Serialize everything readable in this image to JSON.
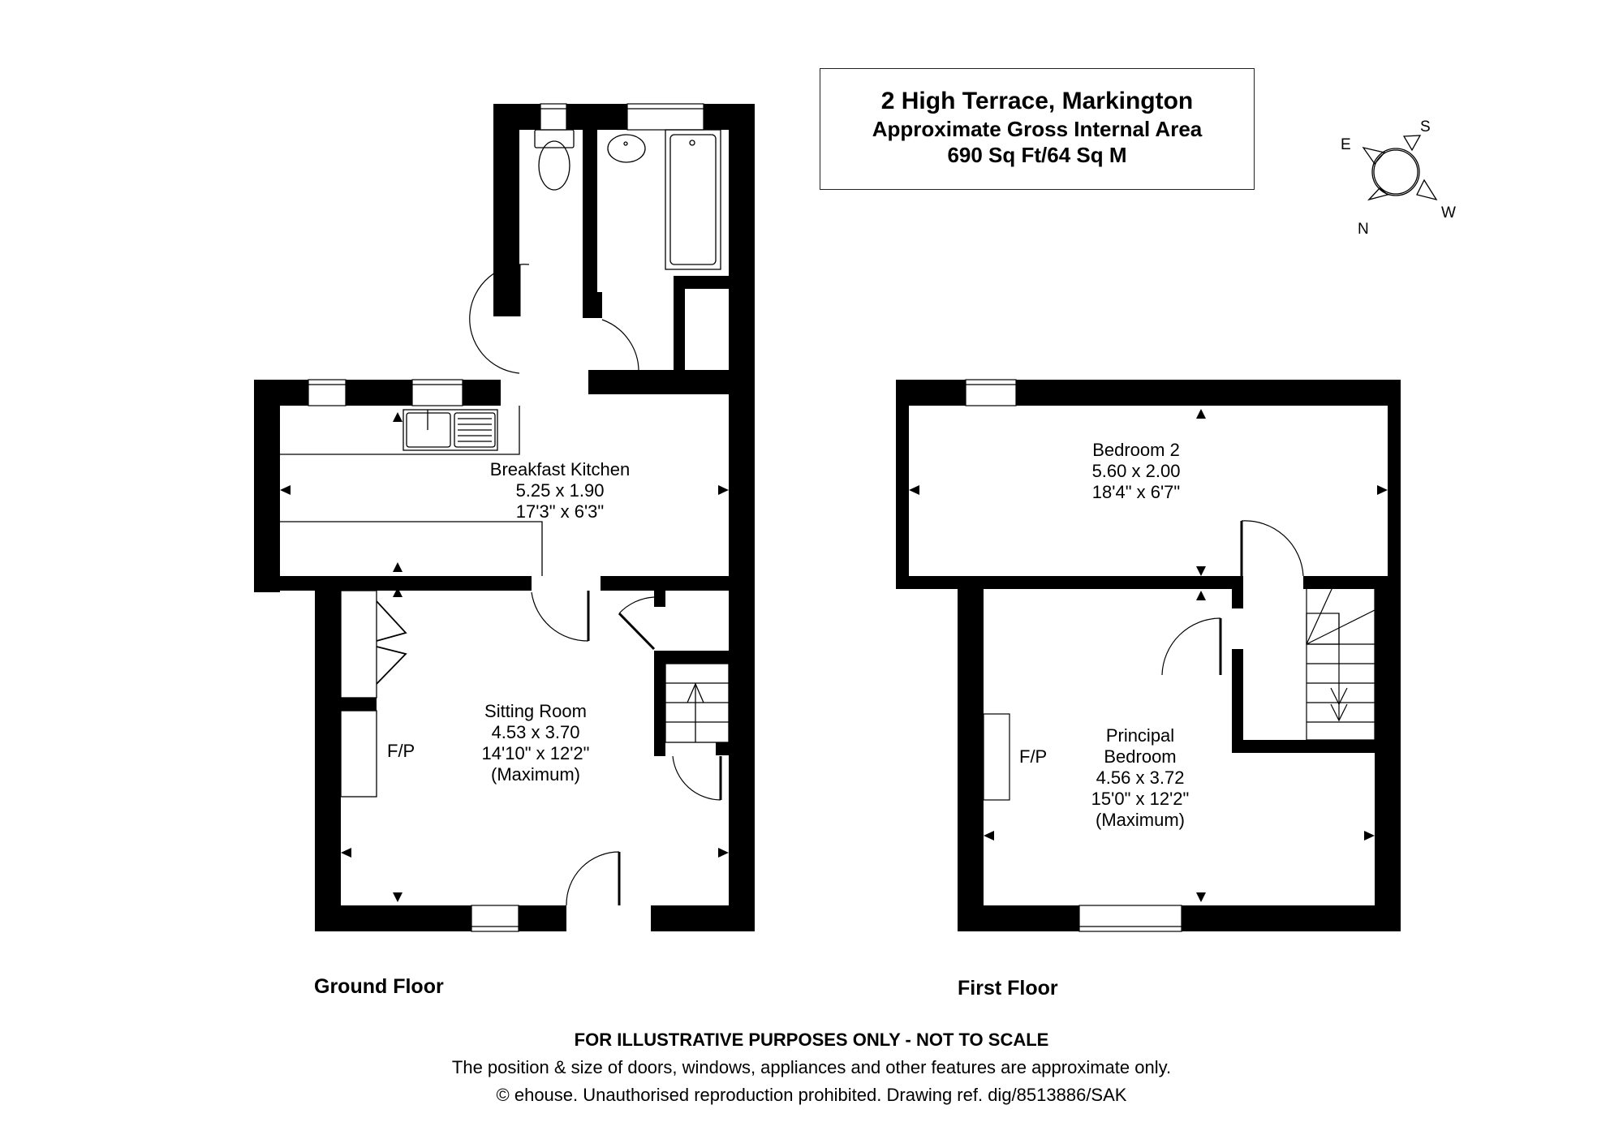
{
  "header": {
    "address": "2 High Terrace, Markington",
    "area_label": "Approximate Gross Internal Area",
    "area_value": "690 Sq Ft/64 Sq M"
  },
  "compass": {
    "labels": {
      "north": "N",
      "east": "E",
      "south": "S",
      "west": "W"
    }
  },
  "floors": {
    "ground": {
      "label": "Ground Floor",
      "rooms": {
        "kitchen": {
          "name": "Breakfast Kitchen",
          "metric": "5.25 x 1.90",
          "imperial": "17'3\" x 6'3\""
        },
        "sitting": {
          "name": "Sitting Room",
          "metric": "4.53 x 3.70",
          "imperial": "14'10\" x 12'2\"",
          "note": "(Maximum)"
        }
      },
      "fireplace": "F/P"
    },
    "first": {
      "label": "First Floor",
      "rooms": {
        "bedroom2": {
          "name": "Bedroom 2",
          "metric": "5.60 x 2.00",
          "imperial": "18'4\" x 6'7\""
        },
        "principal": {
          "name_line1": "Principal",
          "name_line2": "Bedroom",
          "metric": "4.56 x 3.72",
          "imperial": "15'0\" x 12'2\"",
          "note": "(Maximum)"
        }
      },
      "fireplace": "F/P"
    }
  },
  "footer": {
    "disclaimer": "FOR ILLUSTRATIVE PURPOSES ONLY - NOT TO SCALE",
    "note": "The position & size of doors, windows, appliances and other features are approximate only.",
    "copyright": "© ehouse. Unauthorised reproduction prohibited. Drawing ref. dig/8513886/SAK"
  }
}
